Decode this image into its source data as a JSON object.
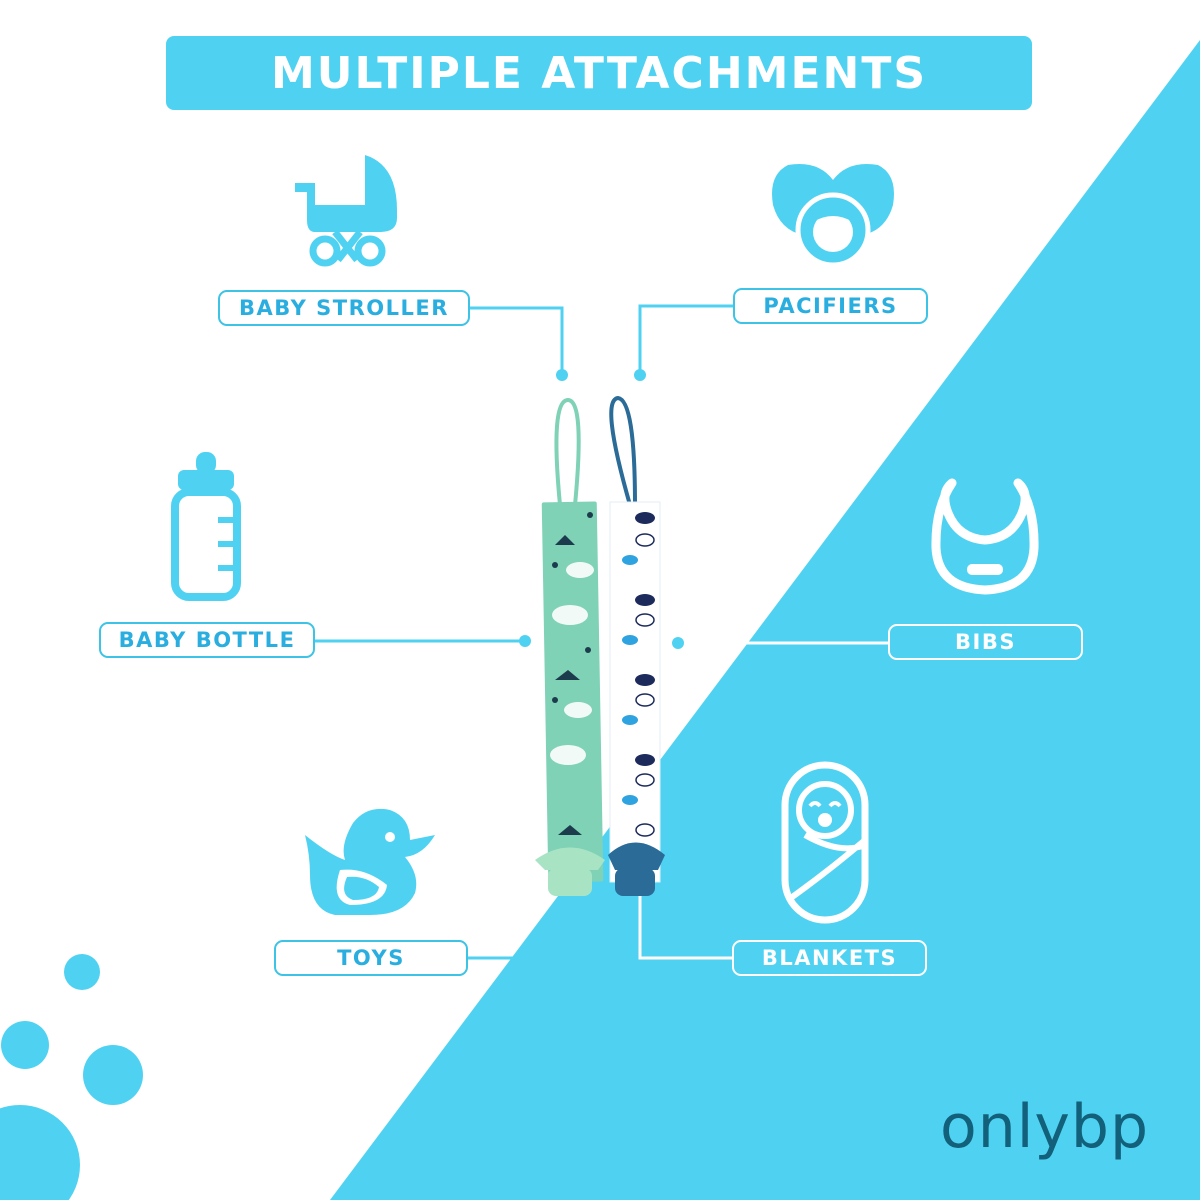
{
  "header": {
    "title": "MULTIPLE ATTACHMENTS"
  },
  "labels": {
    "baby_stroller": "BABY STROLLER",
    "pacifiers": "PACIFIERS",
    "baby_bottle": "BABY BOTTLE",
    "bibs": "BIBS",
    "toys": "TOYS",
    "blankets": "BLANKETS"
  },
  "icons": {
    "baby_stroller": "stroller-icon",
    "pacifiers": "pacifier-icon",
    "baby_bottle": "baby-bottle-icon",
    "bibs": "bib-icon",
    "toys": "rubber-duck-icon",
    "blankets": "swaddled-baby-icon"
  },
  "product": {
    "straps": [
      {
        "color": "mint-green",
        "pattern": "polar bears and mountains"
      },
      {
        "color": "white-navy",
        "pattern": "kiwi birds"
      }
    ]
  },
  "brand": {
    "name": "onlybp"
  },
  "colors": {
    "accent": "#4fd2f2",
    "label_text": "#2aaee0",
    "brand_text": "#12607a",
    "mint_strap": "#7fd2b6",
    "navy_clip": "#2b6b98"
  }
}
